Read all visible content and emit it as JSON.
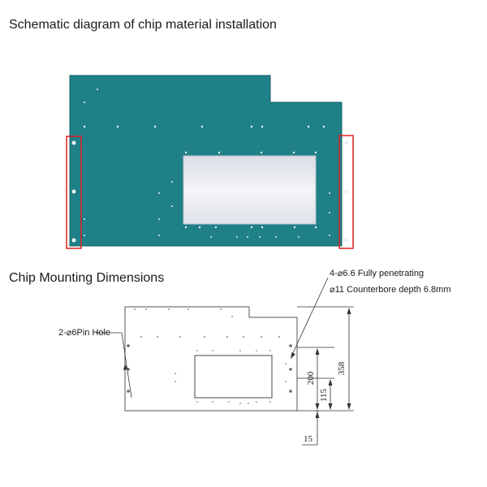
{
  "titles": {
    "installation": "Schematic diagram of chip material installation",
    "dimensions": "Chip Mounting Dimensions"
  },
  "annotations": {
    "mount_hole": "4-⌀6.6 Fully penetrating",
    "counterbore": "⌀11 Counterbore depth 6.8mm",
    "pin_hole": "2-⌀6Pin Hole"
  },
  "dimensions": {
    "height": "358",
    "window_height": "200",
    "lower_offset": "115",
    "edge_offset": "15"
  },
  "colors": {
    "board": "#1f8088",
    "board_dark": "#176c73",
    "highlight": "#e02020",
    "window": "#eef0f4",
    "line": "#333333"
  }
}
